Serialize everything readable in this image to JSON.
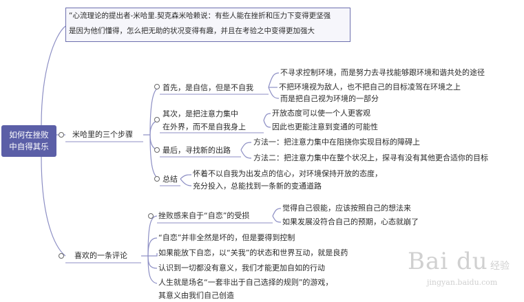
{
  "root": {
    "line1": "如何在挫败",
    "line2": "中自得其乐"
  },
  "intro": {
    "line1": "“心流理论的提出者-米哈里.契克森米哈赖说：有些人能在挫折和压力下变得更坚强",
    "line2": "是因为他们懂得，怎么把无助的状况变得有趣，并且在考验之中变得更加强大"
  },
  "branch1": {
    "label": "米哈里的三个步骤",
    "step1": {
      "label": "首先，是自信，但是不自我",
      "details": [
        "不寻求控制环境，而是努力去寻找能够跟环境和谐共处的途径",
        "不把环境视为敌人，也不把自己的目标凌驾在环境之上",
        "而是把自己视为环境的一部分"
      ]
    },
    "step2": {
      "line1": "其次，是把注意力集中",
      "line2": "在外界，而不是自我身上",
      "details": [
        "开放态度可以使一个人更客观",
        "因此也更能注意到变通的可能性"
      ]
    },
    "step3": {
      "label": "最后，寻找新的出路",
      "details": [
        "方法一：把注意力集中在阻挠你实现目标的障碍上",
        "方法二：把注意力集中在整个状况上，探寻有没有其他更合适你的目标"
      ]
    },
    "summary": {
      "label": "总结",
      "line1": "怀着不以自我为出发点的信心，对环境保持开放的态度，",
      "line2": "充分投入，总能找到一条新的变通道路"
    }
  },
  "branch2": {
    "label": "喜欢的一条评论",
    "item1": {
      "label": "挫败感来自于“自恋”的受损",
      "details": [
        "觉得自己很能，应该按照自己的想法来",
        "如果发展没符合自己的预期，心态就崩了"
      ]
    },
    "item2": "“自恋”并非全然是坏的，但是要得到控制",
    "item3": "如果能放下自恋，以“关我”的状态和世界互动，就是良药",
    "item4": "认识到一切都没有意义，我们才能更加自如的行动",
    "item5": "人生就是场名“一套非出于自己选择的规则”的游戏，",
    "item6": "其意义由我们自己创造"
  },
  "watermark": {
    "brand": "Bai du",
    "site": "jingyan.baidu.com",
    "sub": "经验"
  },
  "colors": {
    "root_bg": "#5b5fa7",
    "line": "#8c8ec4",
    "box_border": "#6c6fae"
  }
}
